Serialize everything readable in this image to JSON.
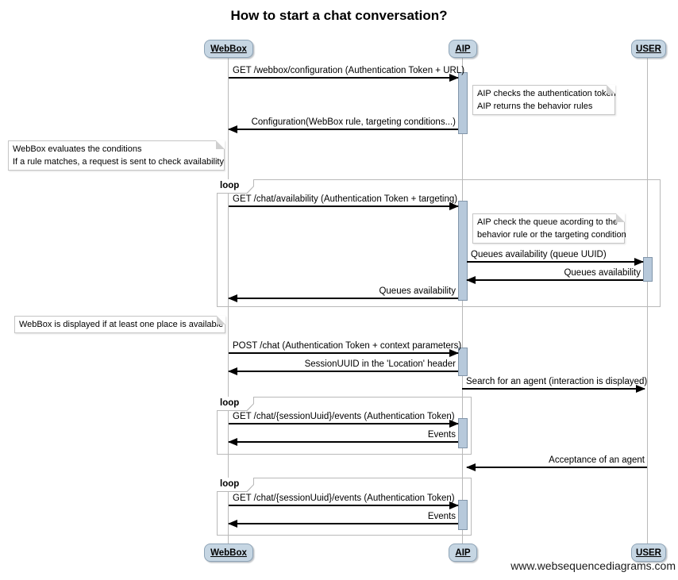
{
  "title": "How to start a chat conversation?",
  "watermark": "www.websequencediagrams.com",
  "actors": [
    {
      "name": "WebBox"
    },
    {
      "name": "AIP"
    },
    {
      "name": "USER"
    }
  ],
  "loops": [
    {
      "label": "loop"
    },
    {
      "label": "loop"
    },
    {
      "label": "loop"
    }
  ],
  "messages": [
    {
      "text": "GET /webbox/configuration (Authentication Token + URL)",
      "from": "WebBox",
      "to": "AIP"
    },
    {
      "text": "Configuration(WebBox rule, targeting conditions...)",
      "from": "AIP",
      "to": "WebBox"
    },
    {
      "text": "GET /chat/availability (Authentication Token + targeting)",
      "from": "WebBox",
      "to": "AIP"
    },
    {
      "text": "Queues availability (queue UUID)",
      "from": "AIP",
      "to": "USER"
    },
    {
      "text": "Queues availability",
      "from": "USER",
      "to": "AIP"
    },
    {
      "text": "Queues availability",
      "from": "AIP",
      "to": "WebBox"
    },
    {
      "text": "POST /chat (Authentication Token + context parameters)",
      "from": "WebBox",
      "to": "AIP"
    },
    {
      "text": "SessionUUID in the 'Location' header",
      "from": "AIP",
      "to": "WebBox"
    },
    {
      "text": "Search for an agent (interaction is displayed)",
      "from": "AIP",
      "to": "USER"
    },
    {
      "text": "GET /chat/{sessionUuid}/events (Authentication Token)",
      "from": "WebBox",
      "to": "AIP"
    },
    {
      "text": "Events",
      "from": "AIP",
      "to": "WebBox"
    },
    {
      "text": "Acceptance of an agent",
      "from": "USER",
      "to": "AIP"
    },
    {
      "text": "GET /chat/{sessionUuid}/events (Authentication Token)",
      "from": "WebBox",
      "to": "AIP"
    },
    {
      "text": "Events",
      "from": "AIP",
      "to": "WebBox"
    }
  ],
  "notes": [
    {
      "text": "AIP checks the authentication token\nAIP returns the behavior rules"
    },
    {
      "text": "WebBox evaluates the conditions\nIf a rule matches, a request is sent to check availability"
    },
    {
      "text": "AIP check the queue acording to the\nbehavior rule or the targeting condition"
    },
    {
      "text": "WebBox is displayed if at least one place is available"
    }
  ],
  "colors": {
    "actor_fill": "#c6d6e3",
    "actor_border": "#8ea4b7",
    "activation_fill": "#b7c9db",
    "lifeline": "#b9b9b9",
    "frame_border": "#b9b9b9",
    "arrow": "#000000"
  }
}
